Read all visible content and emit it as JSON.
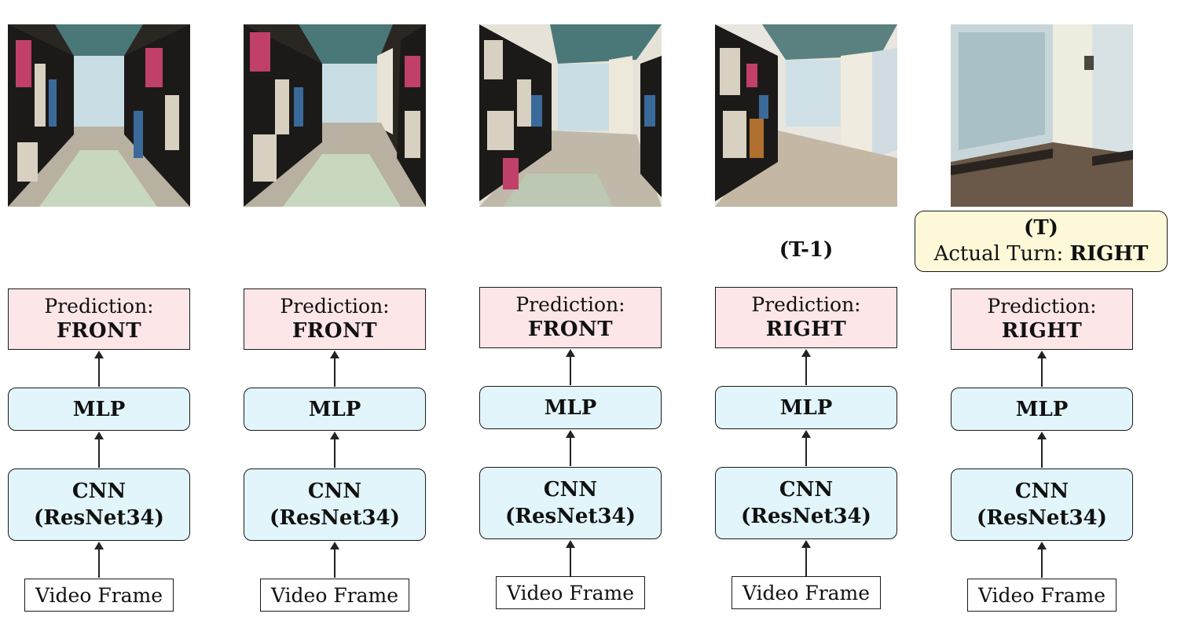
{
  "frames": [
    {
      "prediction_label": "Prediction:",
      "prediction": "FRONT",
      "mlp": "MLP",
      "cnn_line1": "CNN",
      "cnn_line2": "(ResNet34)",
      "input": "Video Frame"
    },
    {
      "prediction_label": "Prediction:",
      "prediction": "FRONT",
      "mlp": "MLP",
      "cnn_line1": "CNN",
      "cnn_line2": "(ResNet34)",
      "input": "Video Frame"
    },
    {
      "prediction_label": "Prediction:",
      "prediction": "FRONT",
      "mlp": "MLP",
      "cnn_line1": "CNN",
      "cnn_line2": "(ResNet34)",
      "input": "Video Frame"
    },
    {
      "prediction_label": "Prediction:",
      "prediction": "RIGHT",
      "mlp": "MLP",
      "cnn_line1": "CNN",
      "cnn_line2": "(ResNet34)",
      "input": "Video Frame",
      "time_label": "(T-1)"
    },
    {
      "prediction_label": "Prediction:",
      "prediction": "RIGHT",
      "mlp": "MLP",
      "cnn_line1": "CNN",
      "cnn_line2": "(ResNet34)",
      "input": "Video Frame",
      "time_label": "(T)",
      "actual_turn_label": "Actual Turn:",
      "actual_turn": "RIGHT"
    }
  ],
  "colors": {
    "prediction_fill": "#fde6e8",
    "module_fill": "#e1f5fa",
    "actual_fill": "#fdf9d8"
  },
  "icons": [
    "library-corridor-image"
  ]
}
